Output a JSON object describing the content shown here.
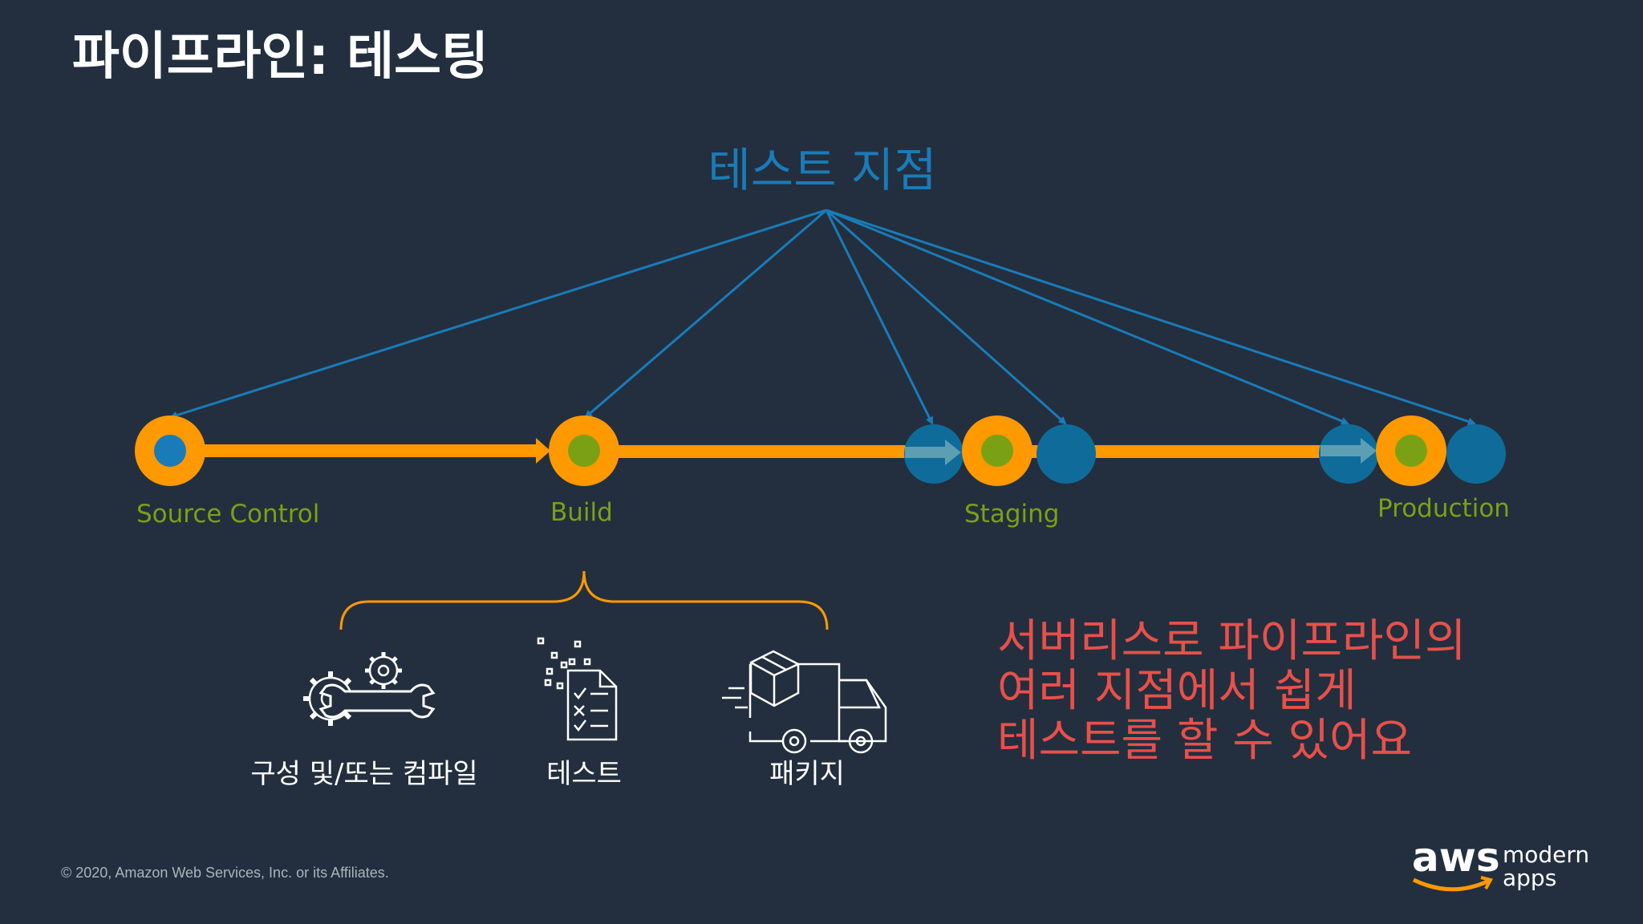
{
  "slide": {
    "title": "파이프라인: 테스팅",
    "test_points_label": "테스트 지점",
    "stages": [
      {
        "label": "Source Control"
      },
      {
        "label": "Build"
      },
      {
        "label": "Staging"
      },
      {
        "label": "Production"
      }
    ],
    "build_steps": [
      {
        "label": "구성 및/또는 컴파일",
        "icon": "gears-wrench-icon"
      },
      {
        "label": "테스트",
        "icon": "checklist-document-icon"
      },
      {
        "label": "패키지",
        "icon": "delivery-truck-icon"
      }
    ],
    "callout_lines": [
      "서버리스로 파이프라인의",
      "여러 지점에서 쉽게",
      "테스트를 할 수 있어요"
    ],
    "footer_copyright": "© 2020, Amazon Web Services, Inc. or its Affiliates.",
    "logo": {
      "brand": "aws",
      "line1": "modern",
      "line2": "apps"
    },
    "colors": {
      "background": "#232f3e",
      "pipeline_orange": "#ff9900",
      "stage_label_green": "#7aa116",
      "test_point_blue": "#1a7bb9",
      "test_point_fill": "#0f6c9a",
      "callout_red": "#e8504a",
      "text_white": "#ffffff"
    }
  }
}
